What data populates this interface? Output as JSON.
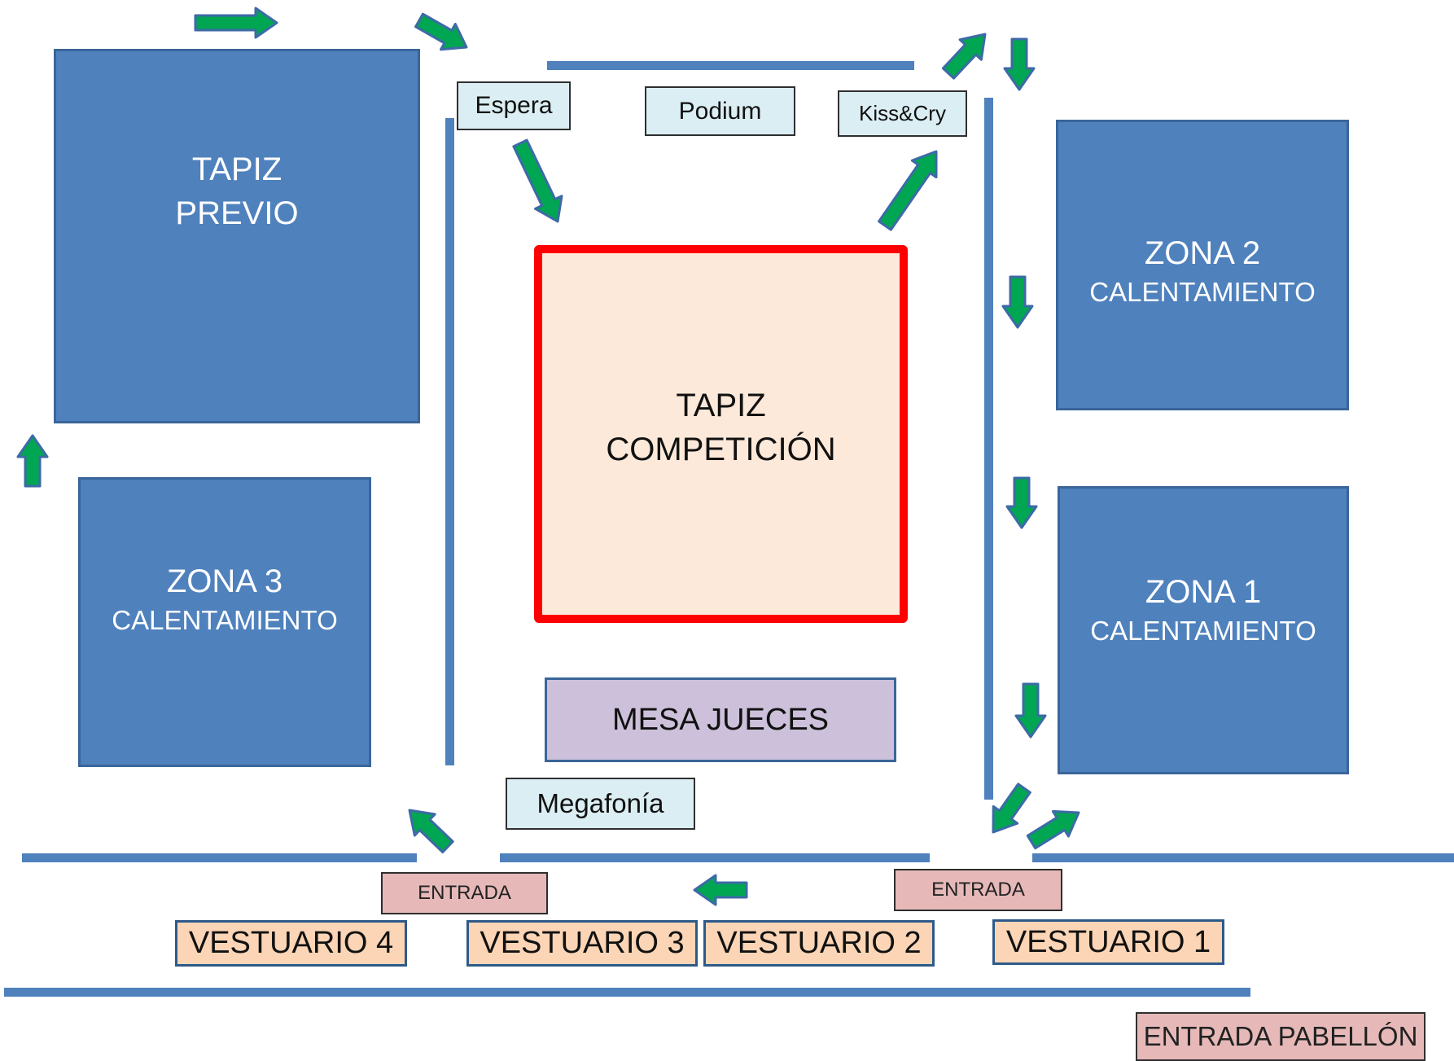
{
  "zones": {
    "tapiz_previo": {
      "line1": "TAPIZ",
      "line2": "PREVIO"
    },
    "zona2": {
      "line1": "ZONA 2",
      "line2": "CALENTAMIENTO"
    },
    "zona1": {
      "line1": "ZONA 1",
      "line2": "CALENTAMIENTO"
    },
    "zona3": {
      "line1": "ZONA 3",
      "line2": "CALENTAMIENTO"
    }
  },
  "competicion": {
    "line1": "TAPIZ",
    "line2": "COMPETICIÓN"
  },
  "labels": {
    "espera": "Espera",
    "podium": "Podium",
    "kiss_cry": "Kiss&Cry",
    "mesa_jueces": "MESA JUECES",
    "megafonia": "Megafonía",
    "entrada_left": "ENTRADA",
    "entrada_right": "ENTRADA",
    "entrada_pabellon": "ENTRADA PABELLÓN"
  },
  "vestuarios": [
    "VESTUARIO 4",
    "VESTUARIO 3",
    "VESTUARIO 2",
    "VESTUARIO 1"
  ],
  "colors": {
    "zone_fill": "#4f81bd",
    "competition_fill": "#fde9d9",
    "competition_border": "#ff0000",
    "arrow_fill": "#00a651",
    "arrow_stroke": "#3d6aa6",
    "mesa_fill": "#ccc0da"
  }
}
